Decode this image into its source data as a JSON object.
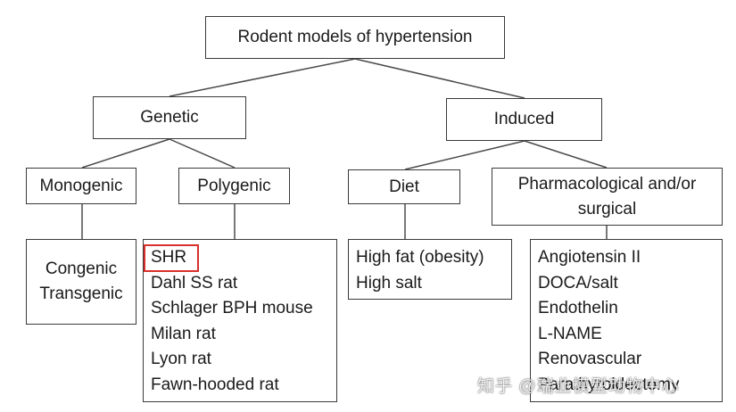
{
  "diagram": {
    "root": "Rodent models of hypertension",
    "genetic": {
      "label": "Genetic",
      "monogenic": {
        "label": "Monogenic",
        "items": [
          "Congenic",
          "Transgenic"
        ]
      },
      "polygenic": {
        "label": "Polygenic",
        "items": [
          "SHR",
          "Dahl SS rat",
          "Schlager BPH mouse",
          "Milan rat",
          "Lyon rat",
          "Fawn-hooded rat"
        ],
        "highlighted": "SHR"
      }
    },
    "induced": {
      "label": "Induced",
      "diet": {
        "label": "Diet",
        "items": [
          "High fat (obesity)",
          "High salt"
        ]
      },
      "pharma": {
        "label": "Pharmacological and/or surgical",
        "label_lines": [
          "Pharmacological and/or",
          "surgical"
        ],
        "items": [
          "Angiotensin II",
          "DOCA/salt",
          "Endothelin",
          "L-NAME",
          "Renovascular",
          "Parathyroidectomy"
        ]
      }
    }
  },
  "watermark": "知乎 @瑞业模型动物中心",
  "colors": {
    "box_border": "#3a3a3a",
    "connector": "#4a4a4a",
    "highlight": "#d9302b"
  }
}
